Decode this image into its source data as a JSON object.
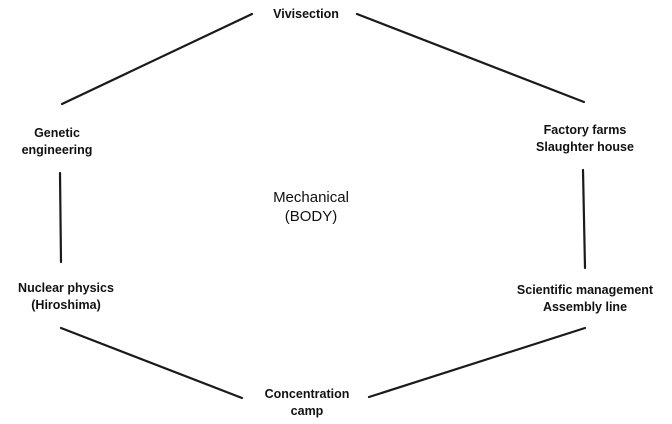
{
  "nodes": {
    "top": [
      "Vivisection"
    ],
    "upper_left": [
      "Genetic",
      "engineering"
    ],
    "upper_right": [
      "Factory farms",
      "Slaughter house"
    ],
    "lower_left": [
      "Nuclear physics",
      "(Hiroshima)"
    ],
    "lower_right": [
      "Scientific management",
      "Assembly line"
    ],
    "bottom": [
      "Concentration",
      "camp"
    ]
  },
  "center": [
    "Mechanical",
    "(BODY)"
  ]
}
